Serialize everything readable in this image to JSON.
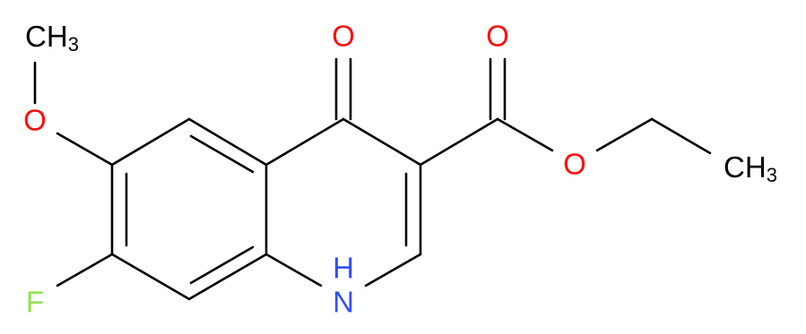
{
  "colors": {
    "carbon": "#000000",
    "oxygen": "#ff0d0d",
    "nitrogen": "#3050f8",
    "fluorine": "#90e050"
  },
  "atoms": {
    "methoxy_ch3": {
      "main": "CH",
      "sub": "3"
    },
    "methoxy_o": "O",
    "ketone_o": "O",
    "carbonyl_o": "O",
    "ester_o": "O",
    "ethyl_ch3": {
      "main": "CH",
      "sub": "3"
    },
    "fluorine": "F",
    "amine": "H",
    "amine_n": "N"
  }
}
